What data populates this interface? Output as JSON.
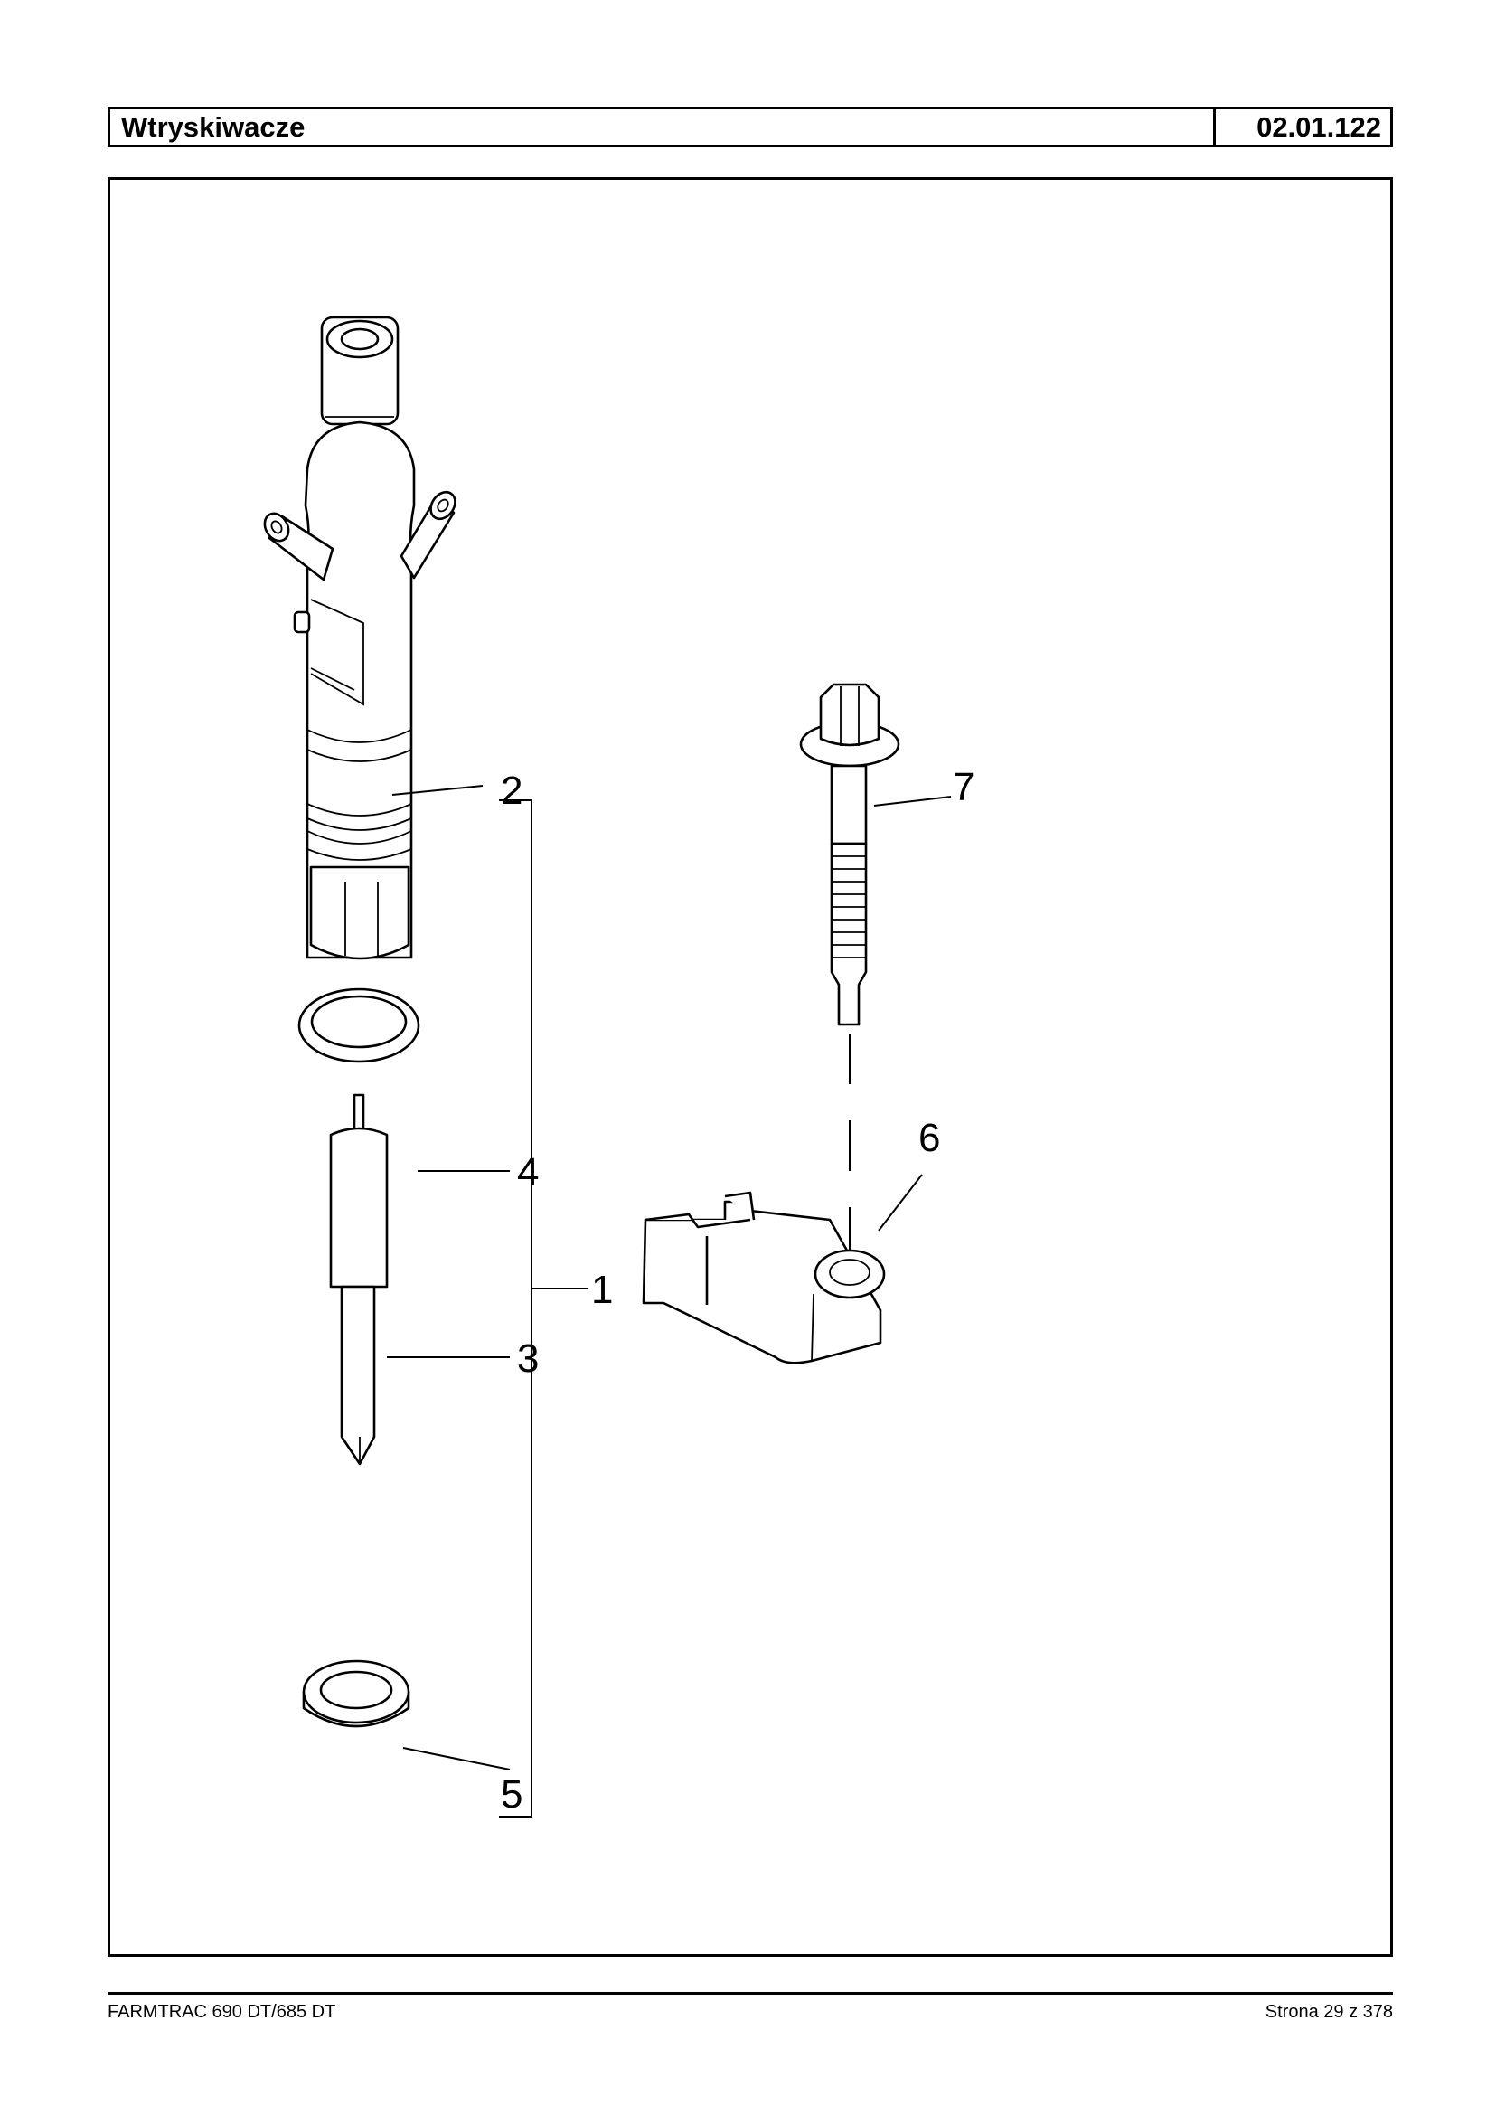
{
  "header": {
    "title": "Wtryskiwacze",
    "code": "02.01.122"
  },
  "diagram": {
    "callouts": [
      "1",
      "2",
      "3",
      "4",
      "5",
      "6",
      "7"
    ]
  },
  "footer": {
    "model": "FARMTRAC 690 DT/685 DT",
    "page": "Strona 29 z 378"
  }
}
